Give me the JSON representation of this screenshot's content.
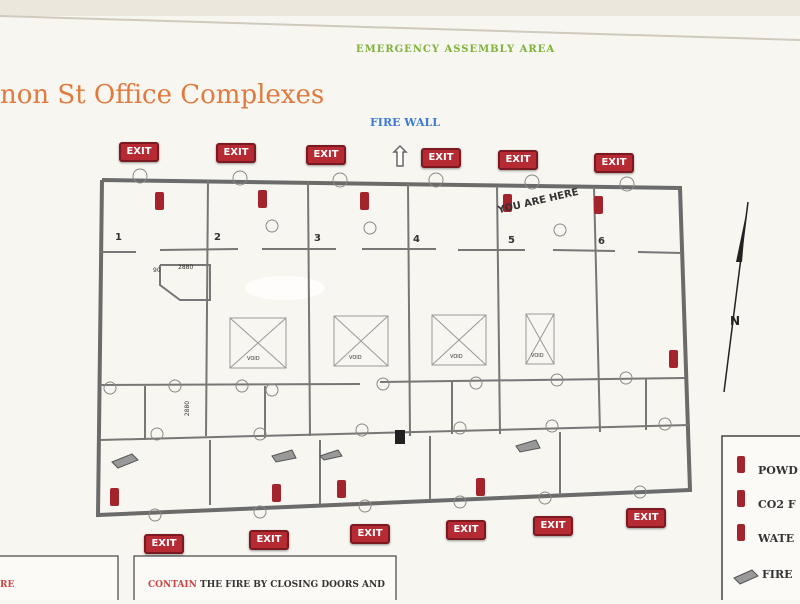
{
  "title": "non St Office Complexes",
  "assembly_area": "EMERGENCY ASSEMBLY AREA",
  "fire_wall": "FIRE WALL",
  "you_are_here": "YOU ARE HERE",
  "exit_label": "EXIT",
  "rooms": [
    "1",
    "2",
    "3",
    "4",
    "5",
    "6"
  ],
  "dims": [
    "2880",
    "2880",
    "90"
  ],
  "void_label": "VOID",
  "legend": [
    "POWD",
    "CO2 F",
    "WATE",
    "FIRE"
  ],
  "footer_contain_word": "CONTAIN",
  "footer_contain_rest": "THE FIRE BY CLOSING DOORS AND",
  "footer_left": "RE",
  "colors": {
    "exit": "#b52a33",
    "title": "#e07a3e",
    "assembly": "#7fb23a",
    "firewall": "#3c7bd3",
    "extinguisher": "#a3242c"
  }
}
